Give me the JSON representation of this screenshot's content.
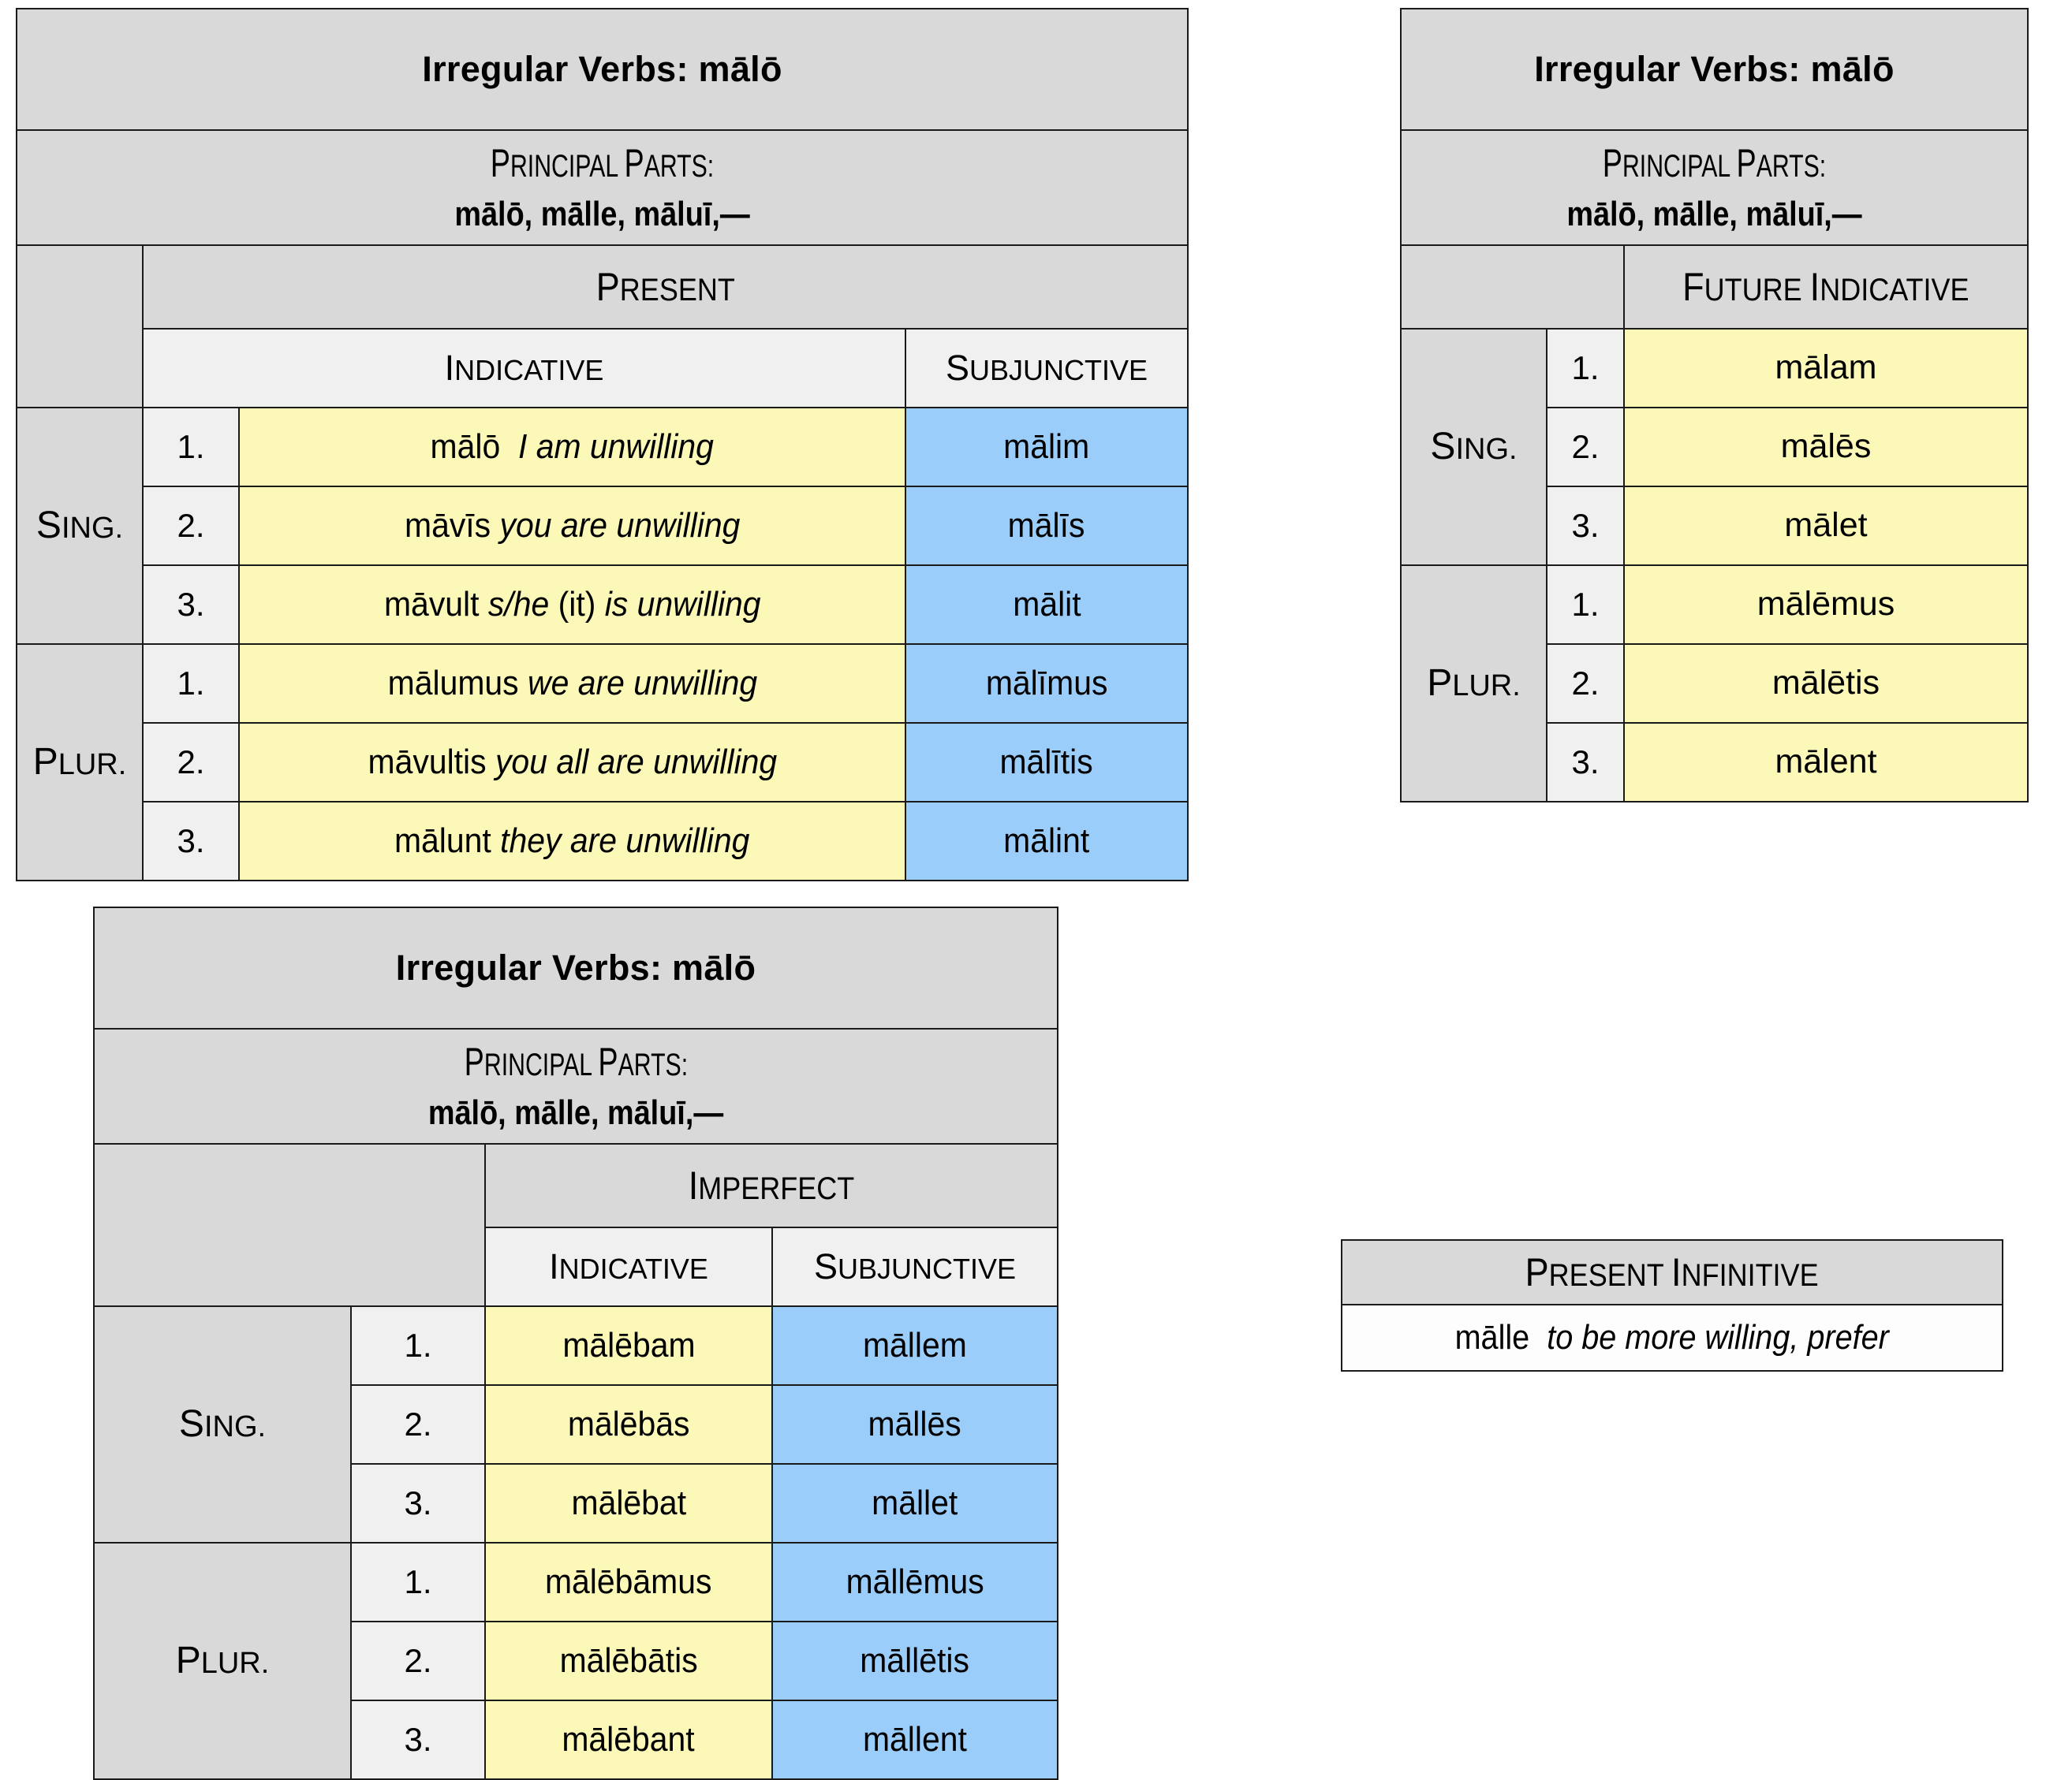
{
  "palette": {
    "header_gray": "#d9d9d9",
    "subheader_gray": "#f0f0f0",
    "indicative_yellow": "#fbf8b8",
    "subjunctive_blue": "#9bcdfb",
    "border": "#1a1a1a",
    "infinitive_white": "#fdfdfd"
  },
  "common": {
    "title": "Irregular Verbs:  mālō",
    "principal_parts_label": "Principal Parts:",
    "principal_parts_forms": "mālō, mālle, māluī,—",
    "indicative_label": "Indicative",
    "subjunctive_label": "Subjunctive",
    "sing_label": "Sing.",
    "plur_label": "Plur.",
    "numbers": [
      "1.",
      "2.",
      "3."
    ]
  },
  "tables": [
    {
      "id": "present",
      "title": "Irregular Verbs:  mālō",
      "principal_parts_label": "Principal Parts:",
      "principal_parts_forms": "mālō, mālle, māluī,—",
      "tense_label": "Present",
      "columns": [
        "Indicative",
        "Subjunctive"
      ],
      "rows": [
        {
          "group": "Sing.",
          "num": "1.",
          "indicative_form": "mālō",
          "indicative_gloss": "I am unwilling",
          "subjunctive": "mālim"
        },
        {
          "group": "Sing.",
          "num": "2.",
          "indicative_form": "māvīs",
          "indicative_gloss": "you are unwilling",
          "subjunctive": "mālīs"
        },
        {
          "group": "Sing.",
          "num": "3.",
          "indicative_form": "māvult",
          "indicative_gloss_a": "s/he",
          "indicative_gloss_b": "(it)",
          "indicative_gloss_c": "is unwilling",
          "subjunctive": "mālit"
        },
        {
          "group": "Plur.",
          "num": "1.",
          "indicative_form": "mālumus",
          "indicative_gloss": "we are unwilling",
          "subjunctive": "mālīmus"
        },
        {
          "group": "Plur.",
          "num": "2.",
          "indicative_form": "māvultis",
          "indicative_gloss": "you all are unwilling",
          "subjunctive": "mālītis"
        },
        {
          "group": "Plur.",
          "num": "3.",
          "indicative_form": "mālunt",
          "indicative_gloss": "they are unwilling",
          "subjunctive": "mālint"
        }
      ]
    },
    {
      "id": "future",
      "title": "Irregular Verbs:  mālō",
      "principal_parts_label": "Principal Parts:",
      "principal_parts_forms": "mālō, mālle, māluī,—",
      "tense_label": "Future Indicative",
      "rows": [
        {
          "group": "Sing.",
          "num": "1.",
          "form": "mālam"
        },
        {
          "group": "Sing.",
          "num": "2.",
          "form": "mālēs"
        },
        {
          "group": "Sing.",
          "num": "3.",
          "form": "mālet"
        },
        {
          "group": "Plur.",
          "num": "1.",
          "form": "mālēmus"
        },
        {
          "group": "Plur.",
          "num": "2.",
          "form": "mālētis"
        },
        {
          "group": "Plur.",
          "num": "3.",
          "form": "mālent"
        }
      ]
    },
    {
      "id": "imperfect",
      "title": "Irregular Verbs:  mālō",
      "principal_parts_label": "Principal Parts:",
      "principal_parts_forms": "mālō, mālle, māluī,—",
      "tense_label": "Imperfect",
      "columns": [
        "Indicative",
        "Subjunctive"
      ],
      "rows": [
        {
          "group": "Sing.",
          "num": "1.",
          "indicative": "mālēbam",
          "subjunctive": "māllem"
        },
        {
          "group": "Sing.",
          "num": "2.",
          "indicative": "mālēbās",
          "subjunctive": "māllēs"
        },
        {
          "group": "Sing.",
          "num": "3.",
          "indicative": "mālēbat",
          "subjunctive": "māllet"
        },
        {
          "group": "Plur.",
          "num": "1.",
          "indicative": "mālēbāmus",
          "subjunctive": "māllēmus"
        },
        {
          "group": "Plur.",
          "num": "2.",
          "indicative": "mālēbātis",
          "subjunctive": "māllētis"
        },
        {
          "group": "Plur.",
          "num": "3.",
          "indicative": "mālēbant",
          "subjunctive": "māllent"
        }
      ]
    }
  ],
  "infinitive": {
    "header": "Present Infinitive",
    "form": "mālle",
    "gloss": "to be more willing, prefer"
  }
}
